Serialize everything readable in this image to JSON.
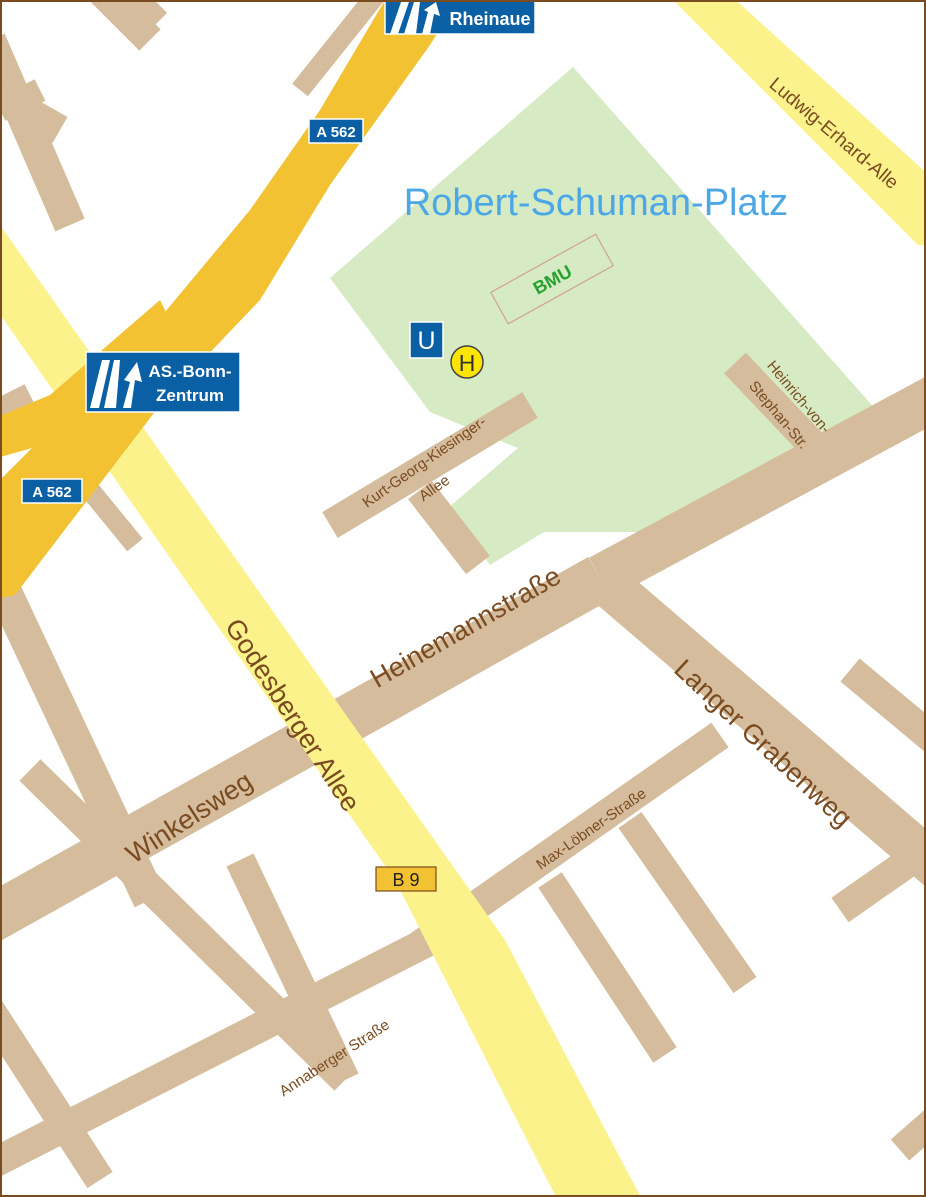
{
  "map": {
    "colors": {
      "background": "#ffffff",
      "frame": "#7a4b20",
      "street": "#d4bc9c",
      "street_label": "#7a4b20",
      "federal_road": "#fbf28c",
      "motorway": "#f2c232",
      "park": "#d6eac4",
      "square_label": "#4ba7e6",
      "building_label": "#27a12e",
      "building_outline": "#d3a389",
      "sign_blue": "#0b5fa5",
      "route_badge": "#f2c232",
      "bus_stop": "#fde500"
    },
    "square_name": "Robert-Schuman-Platz",
    "building": "BMU",
    "streets": {
      "ludwig_erhard": "Ludwig-Erhard-Alle",
      "heinrich_line1": "Heinrich-von-",
      "heinrich_line2": "Stephan-Str.",
      "kurt_line1": "Kurt-Georg-Kiesinger-",
      "kurt_line2": "Allee",
      "heinemann": "Heinemannstraße",
      "langer_grabenweg": "Langer Grabenweg",
      "godesberger": "Godesberger Allee",
      "winkelsweg": "Winkelsweg",
      "max_loebner": "Max-Löbner-Straße",
      "annaberger": "Annaberger Straße"
    },
    "motorway": {
      "badge_top": "A 562",
      "badge_left": "A 562",
      "exit_top": "Rheinaue",
      "exit_left_line1": "AS.-Bonn-",
      "exit_left_line2": "Zentrum"
    },
    "federal_road_badge": "B 9",
    "transit": {
      "subway": "U",
      "bus": "H"
    },
    "icons": [
      "motorway-exit-icon",
      "subway-icon",
      "bus-stop-icon"
    ]
  }
}
